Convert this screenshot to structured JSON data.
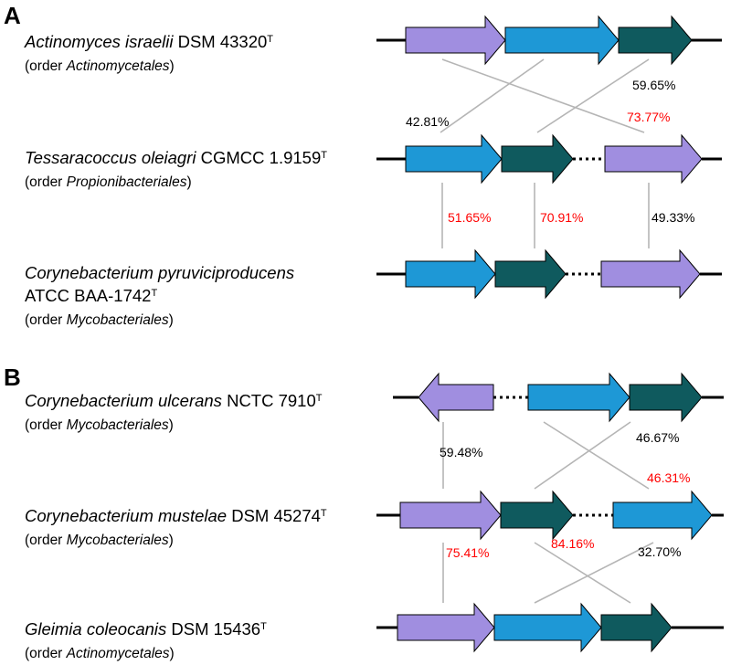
{
  "colors": {
    "purple": "#a08ee0",
    "blue": "#1e98d6",
    "teal": "#0f5a5e",
    "red": "#ff0000",
    "line": "#b5b5b5"
  },
  "panels": [
    {
      "letter": "A",
      "organisms": [
        {
          "species": "Actinomyces israelii",
          "strain": "DSM 43320",
          "sup": "T",
          "order_prefix": "(order ",
          "order": "Actinomycetales",
          "order_suffix": ")"
        },
        {
          "species": "Tessaracoccus oleiagri",
          "strain": "CGMCC 1.9159",
          "sup": "T",
          "order_prefix": "(order ",
          "order": "Propionibacteriales",
          "order_suffix": ")"
        },
        {
          "species": "Corynebacterium pyruviciproducens",
          "strain": "ATCC BAA-1742",
          "sup": "T",
          "order_prefix": "(order ",
          "order": "Mycobacteriales",
          "order_suffix": ")"
        }
      ]
    },
    {
      "letter": "B",
      "organisms": [
        {
          "species": "Corynebacterium ulcerans",
          "strain": "NCTC 7910",
          "sup": "T",
          "order_prefix": "(order ",
          "order": "Mycobacteriales",
          "order_suffix": ")"
        },
        {
          "species": "Corynebacterium mustelae",
          "strain": "DSM 45274",
          "sup": "T",
          "order_prefix": "(order ",
          "order": "Mycobacteriales",
          "order_suffix": ")"
        },
        {
          "species": "Gleimia coleocanis",
          "strain": "DSM 15436",
          "sup": "T",
          "order_prefix": "(order ",
          "order": "Actinomycetales",
          "order_suffix": ")"
        }
      ]
    }
  ],
  "identities": {
    "a1": "59.65%",
    "a2": "42.81%",
    "a3": "73.77%",
    "a4": "51.65%",
    "a5": "70.91%",
    "a6": "49.33%",
    "b1": "46.67%",
    "b2": "59.48%",
    "b3": "46.31%",
    "b4": "75.41%",
    "b5": "84.16%",
    "b6": "32.70%"
  }
}
